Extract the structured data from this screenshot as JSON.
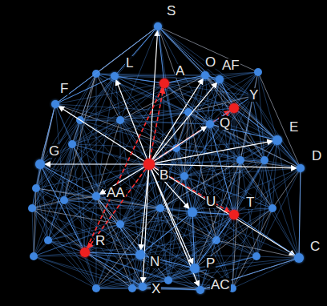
{
  "diagram": {
    "nodes": [
      {
        "text": [
          "S"
        ]
      },
      {
        "text": [
          "L"
        ]
      },
      {
        "text": [
          "A"
        ]
      },
      {
        "text": [
          "O"
        ]
      },
      {
        "text": [
          "AF"
        ]
      },
      {
        "text": [
          "Y"
        ]
      },
      {
        "text": [
          "F"
        ]
      },
      {
        "text": [
          "Q"
        ]
      },
      {
        "text": [
          "E"
        ]
      },
      {
        "text": [
          "D"
        ]
      },
      {
        "text": [
          "G"
        ]
      },
      {
        "text": [
          "B"
        ]
      },
      {
        "text": [
          "AA"
        ]
      },
      {
        "text": [
          "U"
        ]
      },
      {
        "text": [
          "T"
        ]
      },
      {
        "text": [
          "C"
        ]
      },
      {
        "text": [
          "R"
        ]
      },
      {
        "text": [
          "N"
        ]
      },
      {
        "text": [
          "P"
        ]
      },
      {
        "text": [
          "AC"
        ]
      },
      {
        "text": [
          "X"
        ]
      }
    ],
    "edges": [
      {
        "from": 11,
        "to": 2,
        "arrow": "to"
      },
      {
        "from": 11,
        "to": 5,
        "arrow": "to"
      },
      {
        "from": 11,
        "to": 14,
        "arrow": "to"
      },
      {
        "from": 11,
        "to": 16,
        "arrow": "to"
      },
      {
        "from": 11,
        "to": 1,
        "arrow": "to"
      },
      {
        "from": 11,
        "to": 6,
        "arrow": "to"
      },
      {
        "from": 11,
        "to": 10,
        "arrow": "to"
      },
      {
        "from": 11,
        "to": 12,
        "arrow": "to"
      },
      {
        "from": 11,
        "to": 17,
        "arrow": "to"
      },
      {
        "from": 11,
        "to": 13,
        "arrow": "to"
      },
      {
        "from": 11,
        "to": 7,
        "arrow": "to"
      },
      {
        "from": 11,
        "to": 8,
        "arrow": "to"
      },
      {
        "from": 11,
        "to": 9,
        "arrow": "to"
      },
      {
        "from": 11,
        "to": 15,
        "arrow": "to"
      },
      {
        "from": 11,
        "to": 18,
        "arrow": "to"
      },
      {
        "from": 11,
        "to": 0,
        "arrow": "to"
      },
      {
        "from": 11,
        "to": 3,
        "arrow": "to"
      },
      {
        "from": 11,
        "to": 20,
        "arrow": "to"
      },
      {
        "from": 11,
        "to": 19,
        "arrow": "to"
      },
      {
        "from": 11,
        "to": 4,
        "arrow": "to"
      },
      {
        "from": 2,
        "to": 16,
        "arrow": "none"
      },
      {
        "from": 0,
        "to": 1,
        "arrow": "none"
      },
      {
        "from": 0,
        "to": 2,
        "arrow": "none"
      },
      {
        "from": 0,
        "to": 3,
        "arrow": "none"
      },
      {
        "from": 0,
        "to": 6,
        "arrow": "none"
      },
      {
        "from": 0,
        "to": 8,
        "arrow": "none"
      },
      {
        "from": 1,
        "to": 6,
        "arrow": "none"
      },
      {
        "from": 6,
        "to": 10,
        "arrow": "none"
      },
      {
        "from": 10,
        "to": 16,
        "arrow": "none"
      },
      {
        "from": 16,
        "to": 20,
        "arrow": "none"
      },
      {
        "from": 20,
        "to": 19,
        "arrow": "none"
      },
      {
        "from": 19,
        "to": 15,
        "arrow": "none"
      },
      {
        "from": 15,
        "to": 9,
        "arrow": "none"
      },
      {
        "from": 9,
        "to": 8,
        "arrow": "none"
      },
      {
        "from": 8,
        "to": 5,
        "arrow": "none"
      },
      {
        "from": 5,
        "to": 4,
        "arrow": "none"
      },
      {
        "from": 4,
        "to": 3,
        "arrow": "none"
      },
      {
        "from": 3,
        "to": 2,
        "arrow": "none"
      },
      {
        "from": 2,
        "to": 1,
        "arrow": "none"
      },
      {
        "from": 7,
        "to": 8,
        "arrow": "none"
      },
      {
        "from": 7,
        "to": 14,
        "arrow": "none"
      },
      {
        "from": 14,
        "to": 15,
        "arrow": "none"
      },
      {
        "from": 13,
        "to": 14,
        "arrow": "none"
      },
      {
        "from": 13,
        "to": 18,
        "arrow": "none"
      },
      {
        "from": 18,
        "to": 17,
        "arrow": "none"
      },
      {
        "from": 17,
        "to": 12,
        "arrow": "none"
      },
      {
        "from": 12,
        "to": 10,
        "arrow": "none"
      },
      {
        "from": 17,
        "to": 16,
        "arrow": "none"
      },
      {
        "from": 2,
        "to": 7,
        "arrow": "none"
      },
      {
        "from": 5,
        "to": 7,
        "arrow": "none"
      },
      {
        "from": 14,
        "to": 18,
        "arrow": "none"
      },
      {
        "from": 13,
        "to": 17,
        "arrow": "none"
      }
    ]
  }
}
